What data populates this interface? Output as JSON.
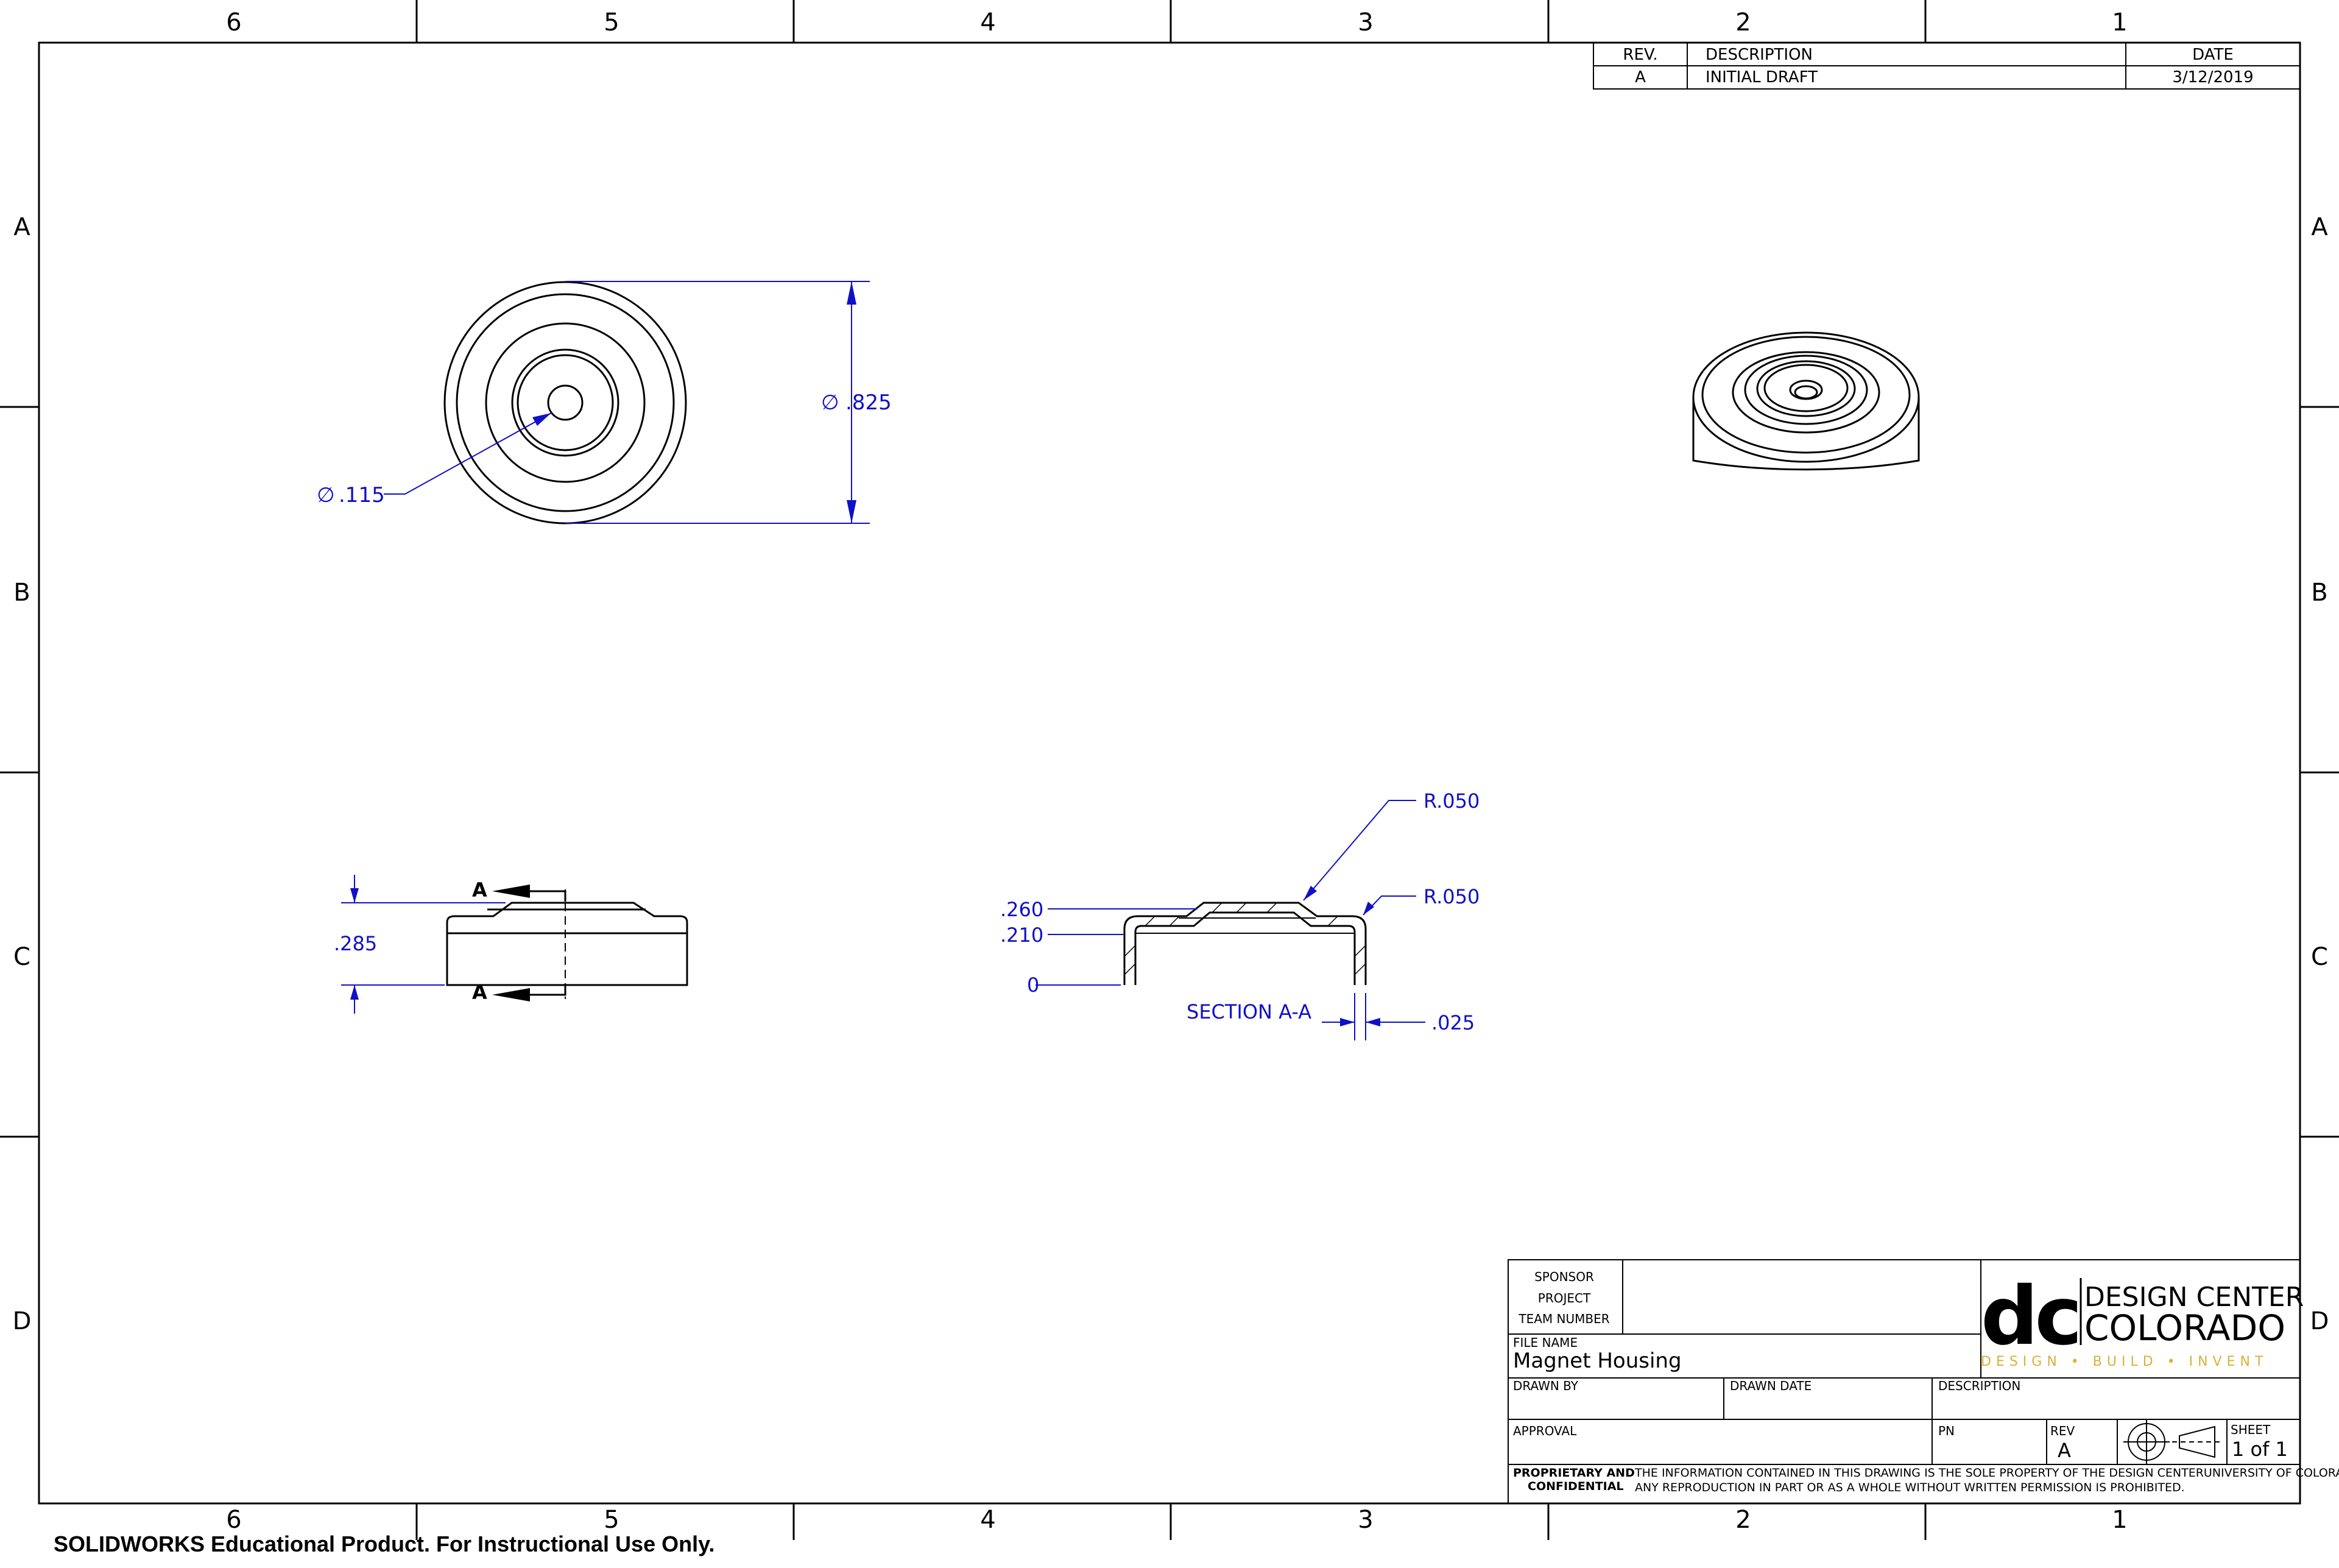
{
  "border": {
    "columns": [
      "6",
      "5",
      "4",
      "3",
      "2",
      "1"
    ],
    "rows": [
      "A",
      "B",
      "C",
      "D"
    ]
  },
  "revision_block": {
    "header": {
      "rev": "REV.",
      "description": "DESCRIPTION",
      "date": "DATE"
    },
    "entries": [
      {
        "rev": "A",
        "description": "INITIAL DRAFT",
        "date": "3/12/2019"
      }
    ]
  },
  "dimensions": {
    "hole_diameter": ".115",
    "outer_diameter": ".825",
    "height": ".285",
    "section_top": ".260",
    "section_mid": ".210",
    "section_zero": "0",
    "fillet_top": "R.050",
    "fillet_edge": "R.050",
    "wall_thickness": ".025",
    "diameter_symbol": "∅"
  },
  "section": {
    "arrow_label_top": "A",
    "arrow_label_bottom": "A",
    "title": "SECTION A-A"
  },
  "title_block": {
    "sponsor_label": "SPONSOR",
    "project_label": "PROJECT",
    "team_label": "TEAM NUMBER",
    "file_name_label": "FILE NAME",
    "file_name": "Magnet Housing",
    "drawn_by_label": "DRAWN BY",
    "drawn_date_label": "DRAWN DATE",
    "description_label": "DESCRIPTION",
    "approval_label": "APPROVAL",
    "pn_label": "PN",
    "rev_label": "REV",
    "rev_value": "A",
    "sheet_label": "SHEET",
    "sheet_value": "1 of 1",
    "proprietary_line1": "PROPRIETARY AND",
    "proprietary_line2": "CONFIDENTIAL",
    "notice_line1": "THE INFORMATION CONTAINED IN THIS DRAWING IS THE SOLE PROPERTY OF THE DESIGN CENTERUNIVERSITY OF COLORADO.",
    "notice_line2": "ANY REPRODUCTION IN PART OR AS A WHOLE WITHOUT WRITTEN PERMISSION IS PROHIBITED."
  },
  "logo": {
    "mark": "dc",
    "line1": "DESIGN CENTER",
    "line2": "COLORADO",
    "tagline": "DESIGN • BUILD • INVENT"
  },
  "footer": {
    "educational_notice": "SOLIDWORKS Educational Product. For Instructional Use Only."
  },
  "colors": {
    "dimension": "#1010c8",
    "line": "#000000",
    "logo_tagline": "#d9b23a"
  }
}
